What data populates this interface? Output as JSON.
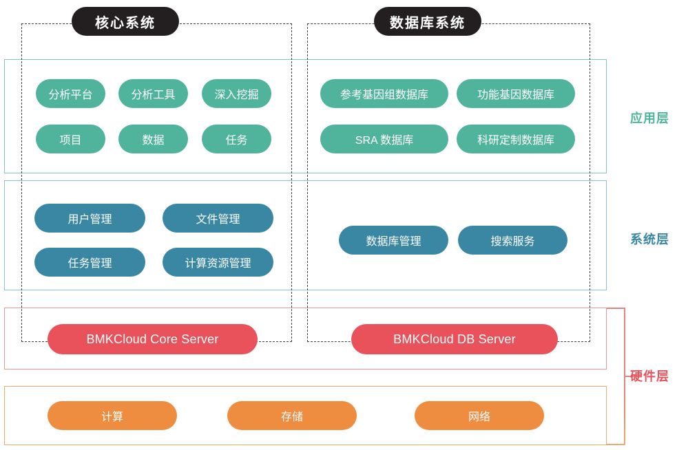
{
  "diagram": {
    "title_badges": [
      {
        "label": "核心系统"
      },
      {
        "label": "数据库系统"
      }
    ],
    "side_labels": {
      "application": "应用层",
      "system": "系统层",
      "hardware": "硬件层"
    },
    "application_layer": {
      "core_items": [
        "分析平台",
        "分析工具",
        "深入挖掘",
        "项目",
        "数据",
        "任务"
      ],
      "database_items": [
        "参考基因组数据库",
        "功能基因数据库",
        "SRA 数据库",
        "科研定制数据库"
      ]
    },
    "system_layer": {
      "core_items": [
        "用户管理",
        "文件管理",
        "任务管理",
        "计算资源管理"
      ],
      "database_items": [
        "数据库管理",
        "搜索服务"
      ]
    },
    "hardware_layer": {
      "servers": [
        "BMKCloud Core Server",
        "BMKCloud DB Server"
      ],
      "resources": [
        "计算",
        "存储",
        "网络"
      ]
    },
    "colors": {
      "badge": "#231F20",
      "application": "#4FB49B",
      "system": "#3A87A3",
      "server": "#E9525A",
      "resource": "#EE8C40"
    }
  }
}
